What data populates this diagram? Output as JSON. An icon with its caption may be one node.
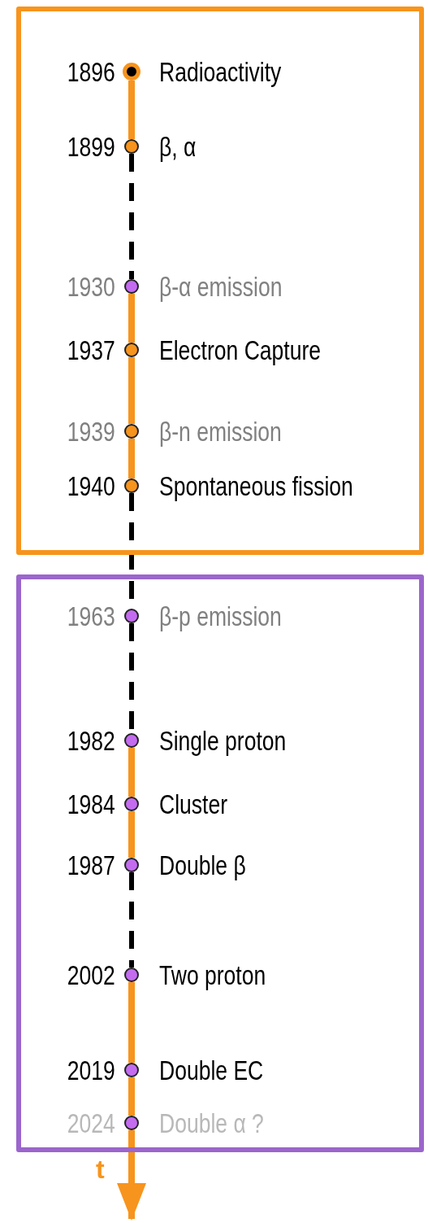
{
  "diagram": {
    "nodes": [
      {
        "text": [],
        "shape": "box"
      },
      {
        "text": [],
        "shape": "circle",
        "in": 0,
        "beside": [
          "1896",
          "Radioactivity"
        ]
      },
      {
        "text": [],
        "shape": "circle",
        "in": 0,
        "beside": [
          "1899",
          "β, α"
        ]
      },
      {
        "text": [],
        "shape": "circle",
        "in": 0,
        "beside": [
          "1930",
          "β-α emission"
        ]
      },
      {
        "text": [],
        "shape": "circle",
        "in": 0,
        "beside": [
          "1937",
          "Electron Capture"
        ]
      },
      {
        "text": [],
        "shape": "circle",
        "in": 0,
        "beside": [
          "1939",
          "β-n emission"
        ]
      },
      {
        "text": [],
        "shape": "circle",
        "in": 0,
        "beside": [
          "1940",
          "Spontaneous fission"
        ]
      },
      {
        "text": [],
        "shape": "box"
      },
      {
        "text": [],
        "shape": "circle",
        "in": 7,
        "beside": [
          "1963",
          "β-p emission"
        ]
      },
      {
        "text": [],
        "shape": "circle",
        "in": 7,
        "beside": [
          "1982",
          "Single proton"
        ]
      },
      {
        "text": [],
        "shape": "circle",
        "in": 7,
        "beside": [
          "1984",
          "Cluster"
        ]
      },
      {
        "text": [],
        "shape": "circle",
        "in": 7,
        "beside": [
          "1987",
          "Double β"
        ]
      },
      {
        "text": [],
        "shape": "circle",
        "in": 7,
        "beside": [
          "2002",
          "Two proton"
        ]
      },
      {
        "text": [],
        "shape": "circle",
        "in": 7,
        "beside": [
          "2019",
          "Double EC"
        ]
      },
      {
        "text": [],
        "shape": "circle",
        "in": 7,
        "beside": [
          "2024",
          "Double α ?"
        ]
      }
    ],
    "edges": [
      {
        "from": 1,
        "to": 2,
        "arrow": "none"
      },
      {
        "from": 2,
        "to": 3,
        "arrow": "none",
        "style": "dashed",
        "color": "#000000"
      },
      {
        "from": 3,
        "to": 4,
        "arrow": "none"
      },
      {
        "from": 4,
        "to": 5,
        "arrow": "none"
      },
      {
        "from": 5,
        "to": 6,
        "arrow": "none"
      },
      {
        "from": 6,
        "to": 8,
        "arrow": "none",
        "style": "dashed",
        "color": "#000000"
      },
      {
        "from": 8,
        "to": 9,
        "arrow": "none",
        "style": "dashed",
        "color": "#000000"
      },
      {
        "from": 9,
        "to": 10,
        "arrow": "none"
      },
      {
        "from": 10,
        "to": 11,
        "arrow": "none"
      },
      {
        "from": 11,
        "to": 12,
        "arrow": "none",
        "style": "dashed",
        "color": "#000000"
      },
      {
        "from": 12,
        "to": 13,
        "arrow": "none"
      },
      {
        "from": 13,
        "to": 14,
        "arrow": "none"
      },
      {
        "from": 14,
        "to": null,
        "arrow": "to",
        "label": "t"
      }
    ]
  }
}
